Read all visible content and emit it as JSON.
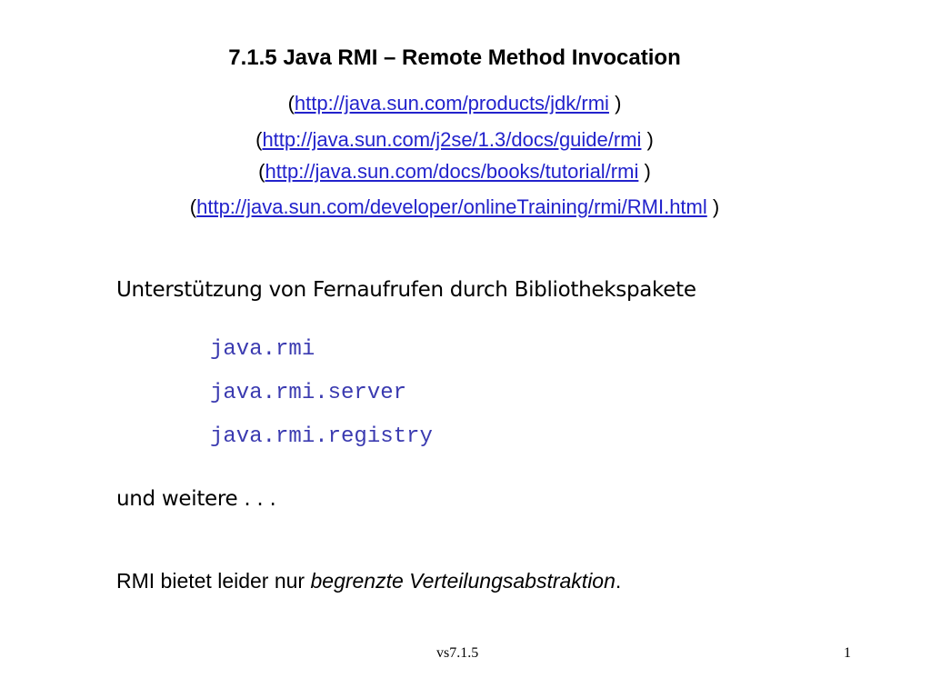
{
  "slide": {
    "title": "7.1.5  Java RMI – Remote Method Invocation",
    "links": [
      {
        "open": "(",
        "url": "http://java.sun.com/products/jdk/rmi",
        "close": " )"
      },
      {
        "open": "(",
        "url": "http://java.sun.com/j2se/1.3/docs/guide/rmi",
        "close": " )"
      },
      {
        "open": " (",
        "url": "http://java.sun.com/docs/books/tutorial/rmi",
        "close": " )"
      },
      {
        "open": "(",
        "url": "http://java.sun.com/developer/onlineTraining/rmi/RMI.html",
        "close": " )"
      }
    ],
    "support_text": "Unterstützung von Fernaufrufen durch Bibliothekspakete",
    "packages": [
      "java.rmi",
      "java.rmi.server",
      "java.rmi.registry"
    ],
    "more_text": "und weitere . . .",
    "rmi_text_prefix": "RMI bietet leider nur ",
    "rmi_text_emph": "begrenzte Verteilungsabstraktion",
    "rmi_text_suffix": ".",
    "footer_label": "vs7.1.5",
    "page_number": "1"
  },
  "colors": {
    "link": "#2222cc",
    "code": "#3a3ab0"
  }
}
